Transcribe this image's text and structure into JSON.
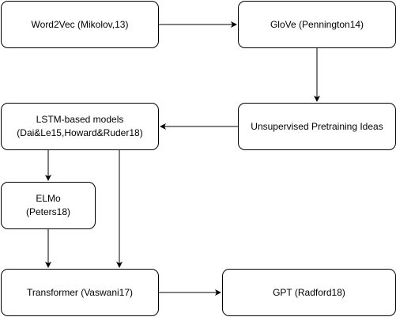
{
  "diagram": {
    "nodes": {
      "word2vec": {
        "line1": "Word2Vec (Mikolov,13)"
      },
      "glove": {
        "line1": "GloVe (Pennington14)"
      },
      "unsupervised": {
        "line1": "Unsupervised Pretraining Ideas"
      },
      "lstm": {
        "line1": "LSTM-based models",
        "line2": "(Dai&Le15,Howard&Ruder18)"
      },
      "elmo": {
        "line1": "ELMo",
        "line2": "(Peters18)"
      },
      "transformer": {
        "line1": "Transformer (Vaswani17)"
      },
      "gpt": {
        "line1": "GPT (Radford18)"
      }
    },
    "edges": [
      {
        "from": "word2vec",
        "to": "glove"
      },
      {
        "from": "glove",
        "to": "unsupervised"
      },
      {
        "from": "unsupervised",
        "to": "lstm"
      },
      {
        "from": "lstm",
        "to": "elmo"
      },
      {
        "from": "lstm",
        "to": "transformer"
      },
      {
        "from": "elmo",
        "to": "transformer"
      },
      {
        "from": "transformer",
        "to": "gpt"
      }
    ],
    "colors": {
      "stroke": "#000000",
      "fill": "#ffffff",
      "text": "#000000"
    }
  }
}
